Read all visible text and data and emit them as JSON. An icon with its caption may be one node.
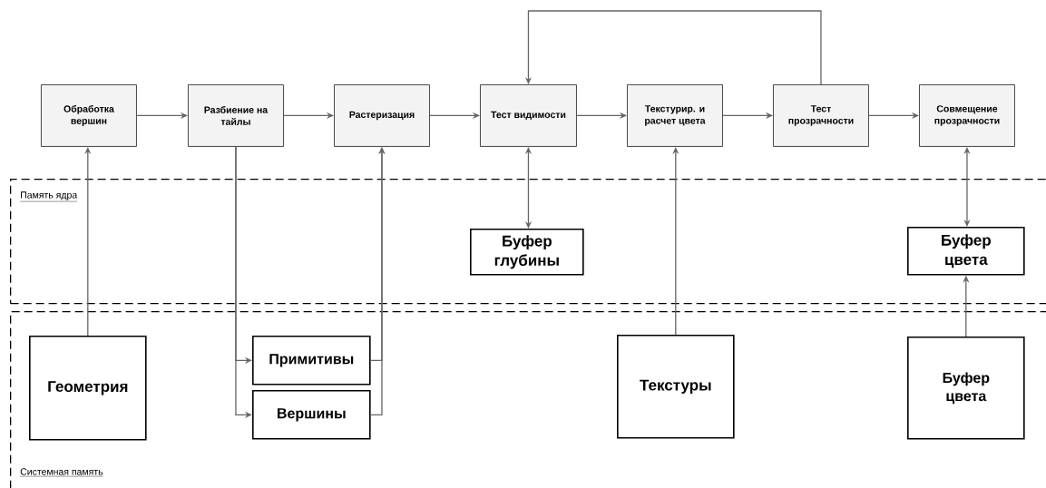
{
  "diagram": {
    "nodes": [
      {
        "text": [
          "Обработка вершин"
        ]
      },
      {
        "text": [
          "Разбиение на тайлы"
        ]
      },
      {
        "text": [
          "Растеризация"
        ]
      },
      {
        "text": [
          "Тест видимости"
        ]
      },
      {
        "text": [
          "Текстурир. и расчет цвета"
        ]
      },
      {
        "text": [
          "Тест прозрачности"
        ]
      },
      {
        "text": [
          "Совмещение прозрачности"
        ]
      },
      {
        "text": [
          "Память ядра"
        ]
      },
      {
        "text": [
          "Буфер глубины"
        ],
        "in": 7
      },
      {
        "text": [
          "Буфер цвета"
        ],
        "in": 7
      },
      {
        "text": [
          "Системная память"
        ]
      },
      {
        "text": [
          "Геометрия"
        ],
        "in": 10
      },
      {
        "text": [
          "Примитивы"
        ],
        "in": 10
      },
      {
        "text": [
          "Вершины"
        ],
        "in": 10
      },
      {
        "text": [
          "Текстуры"
        ],
        "in": 10
      },
      {
        "text": [
          "Буфер цвета"
        ],
        "in": 10
      }
    ],
    "edges": [
      {
        "from": 0,
        "to": 1,
        "arrow": "to"
      },
      {
        "from": 1,
        "to": 2,
        "arrow": "to"
      },
      {
        "from": 2,
        "to": 3,
        "arrow": "to"
      },
      {
        "from": 3,
        "to": 4,
        "arrow": "to"
      },
      {
        "from": 4,
        "to": 5,
        "arrow": "to"
      },
      {
        "from": 5,
        "to": 6,
        "arrow": "to"
      },
      {
        "from": 5,
        "to": 3,
        "arrow": "to"
      },
      {
        "from": 3,
        "to": 8,
        "arrow": "both"
      },
      {
        "from": 6,
        "to": 9,
        "arrow": "both"
      },
      {
        "from": 15,
        "to": 9,
        "arrow": "to"
      },
      {
        "from": 11,
        "to": 0,
        "arrow": "to"
      },
      {
        "from": 1,
        "to": 12,
        "arrow": "to"
      },
      {
        "from": 1,
        "to": 13,
        "arrow": "to"
      },
      {
        "from": 12,
        "to": 2,
        "arrow": "to"
      },
      {
        "from": 13,
        "to": 2,
        "arrow": "to"
      },
      {
        "from": 14,
        "to": 4,
        "arrow": "to"
      }
    ]
  }
}
